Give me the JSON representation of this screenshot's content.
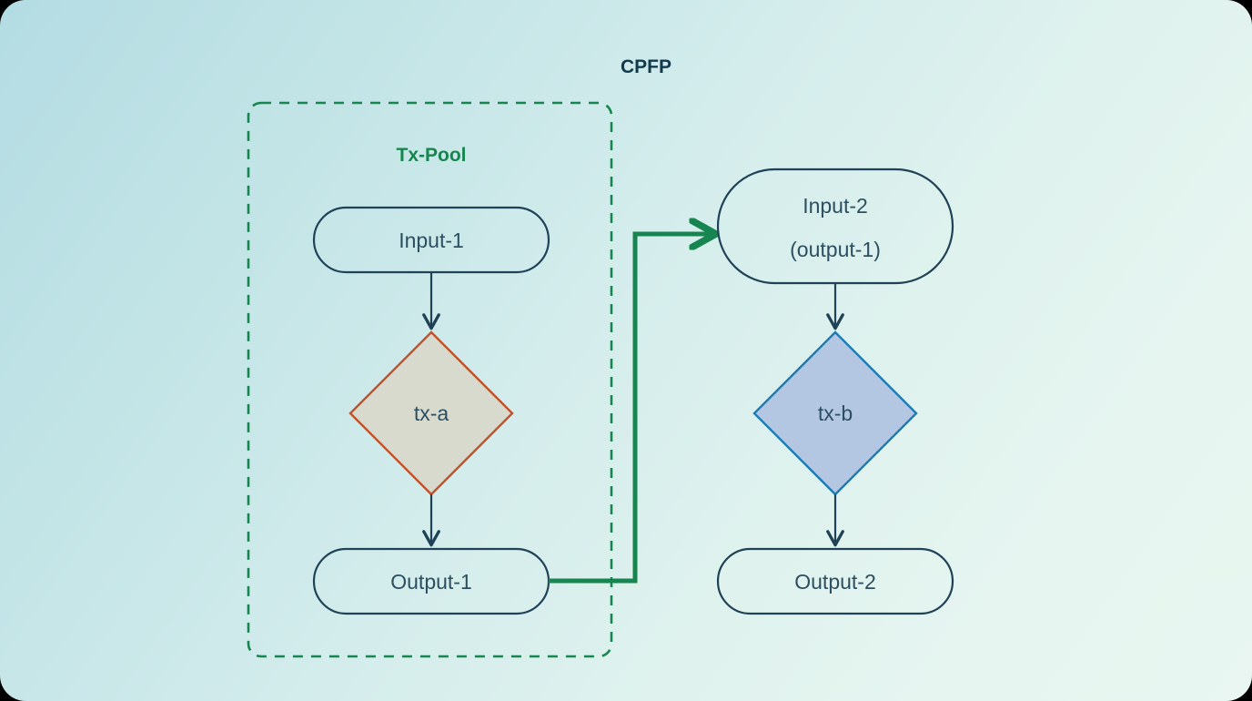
{
  "diagram": {
    "title": "CPFP",
    "type": "flowchart",
    "background": {
      "gradient_from": "#b3dce3",
      "gradient_to": "#e9f6f1",
      "corner_radius": 28
    },
    "groups": [
      {
        "id": "tx-pool",
        "label": "Tx-Pool",
        "label_color": "#17854f",
        "border_style": "dashed",
        "border_color": "#17854f",
        "contains": [
          "input-1",
          "tx-a",
          "output-1"
        ]
      }
    ],
    "nodes": [
      {
        "id": "input-1",
        "label": "Input-1",
        "shape": "stadium",
        "fill": "none",
        "stroke": "#1f4256",
        "text_color": "#2b4f60"
      },
      {
        "id": "tx-a",
        "label": "tx-a",
        "shape": "diamond",
        "fill": "#d8dace",
        "stroke": "#c0522a",
        "text_color": "#2b4f60"
      },
      {
        "id": "output-1",
        "label": "Output-1",
        "shape": "stadium",
        "fill": "none",
        "stroke": "#1f4256",
        "text_color": "#2b4f60"
      },
      {
        "id": "input-2",
        "label_line1": "Input-2",
        "label_line2": "(output-1)",
        "shape": "stadium",
        "fill": "none",
        "stroke": "#1f4256",
        "text_color": "#2b4f60"
      },
      {
        "id": "tx-b",
        "label": "tx-b",
        "shape": "diamond",
        "fill": "#b4c7e2",
        "stroke": "#1a7cb3",
        "text_color": "#2b4f60"
      },
      {
        "id": "output-2",
        "label": "Output-2",
        "shape": "stadium",
        "fill": "none",
        "stroke": "#1f4256",
        "text_color": "#2b4f60"
      }
    ],
    "edges": [
      {
        "id": "e1",
        "from": "input-1",
        "to": "tx-a",
        "color": "#1f4256",
        "style": "solid",
        "arrow": true
      },
      {
        "id": "e2",
        "from": "tx-a",
        "to": "output-1",
        "color": "#1f4256",
        "style": "solid",
        "arrow": true
      },
      {
        "id": "e3",
        "from": "output-1",
        "to": "input-2",
        "color": "#17854f",
        "style": "solid-thick",
        "arrow": true
      },
      {
        "id": "e4",
        "from": "input-2",
        "to": "tx-b",
        "color": "#1f4256",
        "style": "solid",
        "arrow": true
      },
      {
        "id": "e5",
        "from": "tx-b",
        "to": "output-2",
        "color": "#1f4256",
        "style": "solid",
        "arrow": true
      }
    ]
  }
}
